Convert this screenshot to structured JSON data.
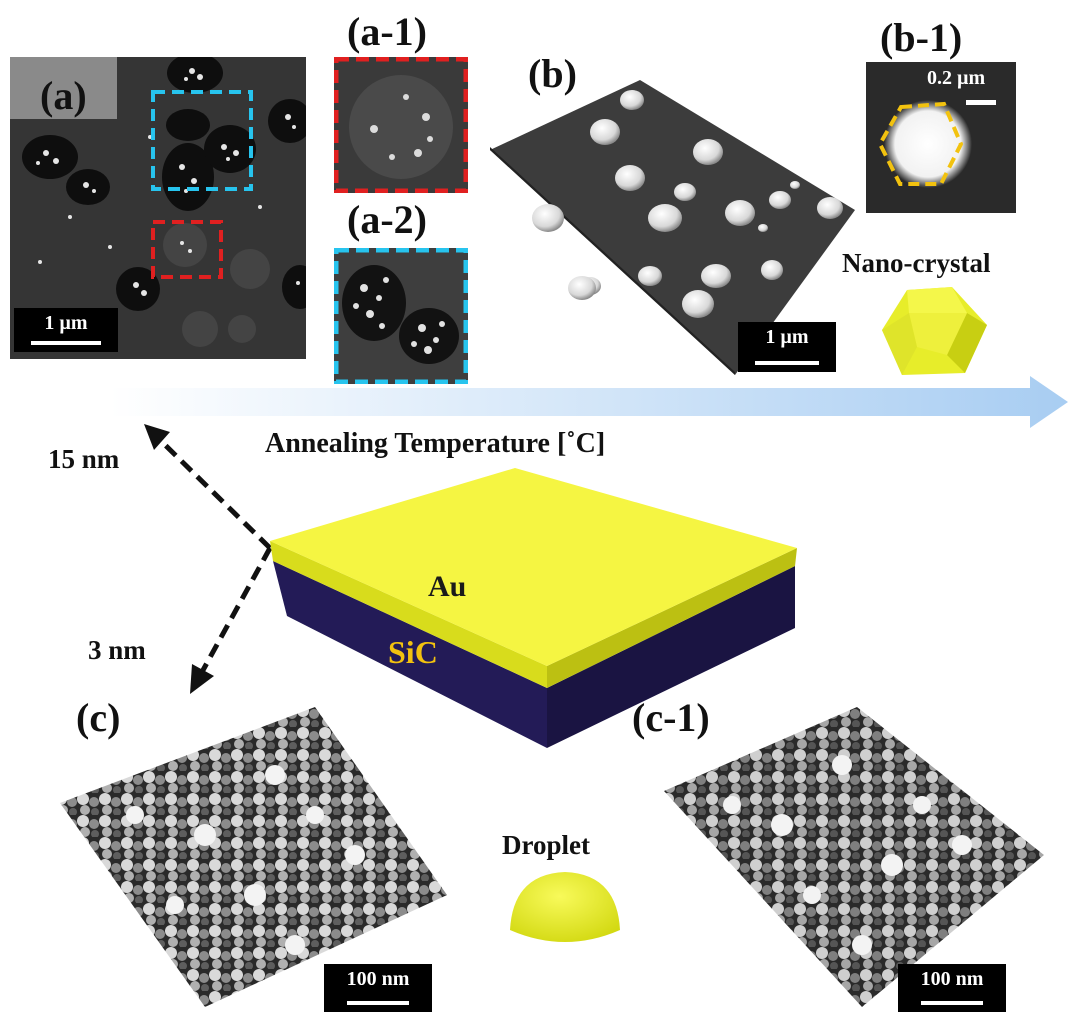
{
  "panels": {
    "a": "(a)",
    "a1": "(a-1)",
    "a2": "(a-2)",
    "b": "(b)",
    "b1": "(b-1)",
    "c": "(c)",
    "c1": "(c-1)"
  },
  "labels": {
    "nano_crystal": "Nano-crystal",
    "droplet": "Droplet",
    "annealing": "Annealing Temperature [˚C]",
    "thickness_15": "15 nm",
    "thickness_3": "3 nm",
    "au": "Au",
    "sic": "SiC"
  },
  "scalebars": {
    "a": "1 µm",
    "b": "1 µm",
    "b1": "0.2 µm",
    "c": "100 nm",
    "c1": "100 nm"
  },
  "colors": {
    "au_yellow": "#f5f542",
    "sic_navy": "#221a55",
    "red_box": "#e02020",
    "cyan_box": "#27c4ee",
    "gold_hex": "#f2c20f",
    "arrow_blue": "#a8cdf2"
  }
}
